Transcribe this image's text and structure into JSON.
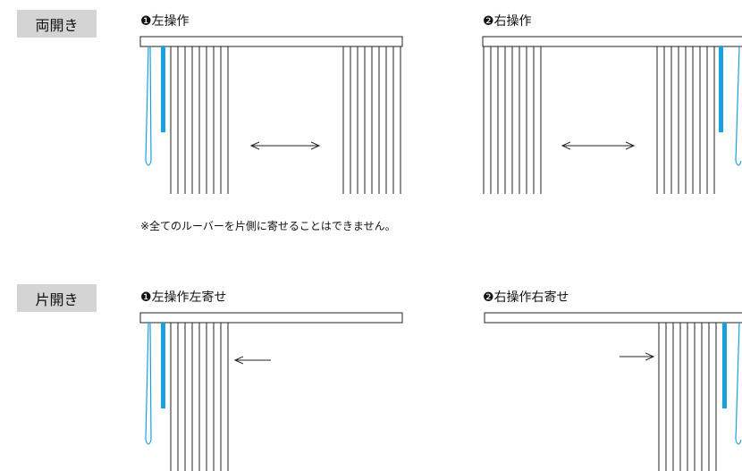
{
  "sections": {
    "double": {
      "label": "両開き"
    },
    "single": {
      "label": "片開き"
    }
  },
  "diagrams": {
    "left_op": {
      "marker": "❶",
      "title": "左操作"
    },
    "right_op": {
      "marker": "❷",
      "title": "右操作"
    },
    "left_op_left_gather": {
      "marker": "❶",
      "title": "左操作左寄せ"
    },
    "right_op_right_gather": {
      "marker": "❷",
      "title": "右操作右寄せ"
    }
  },
  "note": "※全てのルーバーを片側に寄せることはできません。",
  "colors": {
    "cord": "#1aa0dc",
    "line": "#222222",
    "label_bg": "#d4d4d4"
  }
}
